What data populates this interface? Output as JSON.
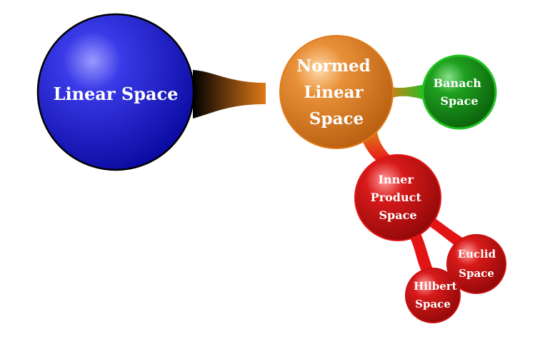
{
  "nodes": {
    "linear": {
      "lines": [
        "Linear Space"
      ]
    },
    "normed": {
      "lines": [
        "Normed",
        "Linear",
        "Space"
      ]
    },
    "banach": {
      "lines": [
        "Banach",
        "Space"
      ]
    },
    "inner": {
      "lines": [
        "Inner",
        "Product",
        "Space"
      ]
    },
    "euclid": {
      "lines": [
        "Euclid",
        "Space"
      ]
    },
    "hilbert": {
      "lines": [
        "Hilbert",
        "Space"
      ]
    }
  },
  "colors": {
    "linear": "#1010c8",
    "normed": "#e07a18",
    "banach": "#128a12",
    "inner": "#c81010",
    "euclid": "#b00c0c",
    "hilbert": "#b00c0c"
  }
}
